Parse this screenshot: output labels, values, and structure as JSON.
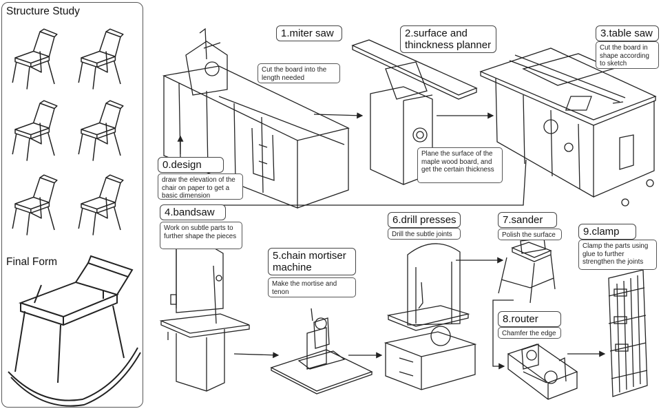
{
  "left_panel": {
    "structure_title": "Structure Study",
    "final_title": "Final Form"
  },
  "steps": [
    {
      "id": "design",
      "title": "0.design",
      "desc": "draw the elevation of the chair on paper to get a basic dimension"
    },
    {
      "id": "miter",
      "title": "1.miter saw",
      "desc": "Cut the board into the length needed"
    },
    {
      "id": "planner",
      "title": "2.surface and thinckness planner",
      "desc": "Plane the surface of the maple wood board, and  get the certain thickness"
    },
    {
      "id": "table",
      "title": "3.table saw",
      "desc": "Cut the board in shape according to sketch"
    },
    {
      "id": "bandsaw",
      "title": "4.bandsaw",
      "desc": "Work on subtle parts to further shape the pieces"
    },
    {
      "id": "mortiser",
      "title": "5.chain mortiser machine",
      "desc": "Make the mortise and tenon"
    },
    {
      "id": "drill",
      "title": "6.drill presses",
      "desc": "Drill the subtle joints"
    },
    {
      "id": "sander",
      "title": "7.sander",
      "desc": "Polish the surface"
    },
    {
      "id": "router",
      "title": "8.router",
      "desc": "Chamfer the edge"
    },
    {
      "id": "clamp",
      "title": "9.clamp",
      "desc": "Clamp the parts using glue to further strengthen the joints"
    }
  ],
  "colors": {
    "line": "#333333",
    "panel_border": "#555555",
    "background": "#ffffff"
  }
}
